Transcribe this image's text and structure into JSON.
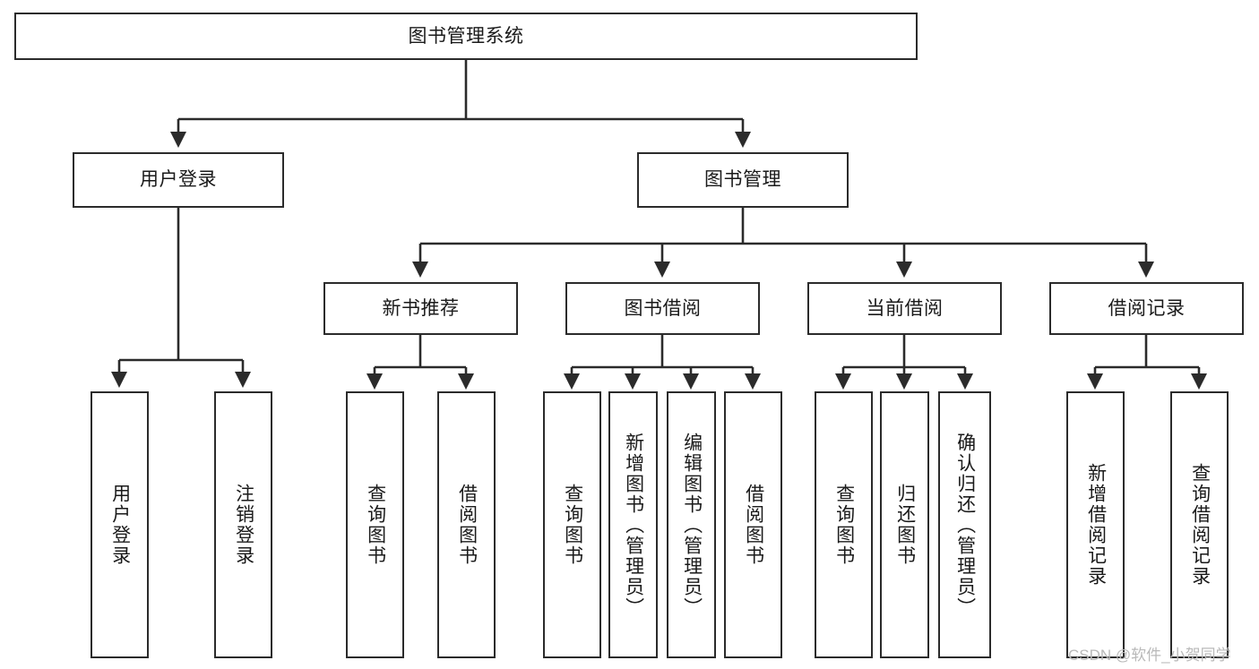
{
  "diagram": {
    "type": "tree-hierarchy-chart",
    "title": "图书管理系统",
    "watermark": "CSDN @软件_小贺同学",
    "colors": {
      "stroke": "#2b2b2b",
      "fill": "#ffffff",
      "text": "#1a1a1a",
      "watermark": "#b9b9b9"
    },
    "nodes": {
      "root": {
        "label": "图书管理系统"
      },
      "level2": [
        {
          "id": "user-login",
          "label": "用户登录"
        },
        {
          "id": "book-manage",
          "label": "图书管理"
        }
      ],
      "level3": [
        {
          "id": "new-book-recommend",
          "label": "新书推荐"
        },
        {
          "id": "book-borrow",
          "label": "图书借阅"
        },
        {
          "id": "current-borrow",
          "label": "当前借阅"
        },
        {
          "id": "borrow-record",
          "label": "借阅记录"
        }
      ],
      "leaves": {
        "user-login": [
          {
            "id": "leaf-user-login",
            "label": "用户登录"
          },
          {
            "id": "leaf-logout-login",
            "label": "注销登录"
          }
        ],
        "new-book-recommend": [
          {
            "id": "leaf-query-book-1",
            "label": "查询图书"
          },
          {
            "id": "leaf-borrow-book-1",
            "label": "借阅图书"
          }
        ],
        "book-borrow": [
          {
            "id": "leaf-query-book-2",
            "label": "查询图书"
          },
          {
            "id": "leaf-add-book-admin",
            "label": "新增图书（管理员）"
          },
          {
            "id": "leaf-edit-book-admin",
            "label": "编辑图书（管理员）"
          },
          {
            "id": "leaf-borrow-book-2",
            "label": "借阅图书"
          }
        ],
        "current-borrow": [
          {
            "id": "leaf-query-book-3",
            "label": "查询图书"
          },
          {
            "id": "leaf-return-book",
            "label": "归还图书"
          },
          {
            "id": "leaf-confirm-return-admin",
            "label": "确认归还（管理员）"
          }
        ],
        "borrow-record": [
          {
            "id": "leaf-add-borrow-record",
            "label": "新增借阅记录"
          },
          {
            "id": "leaf-query-borrow-record",
            "label": "查询借阅记录"
          }
        ]
      }
    }
  }
}
